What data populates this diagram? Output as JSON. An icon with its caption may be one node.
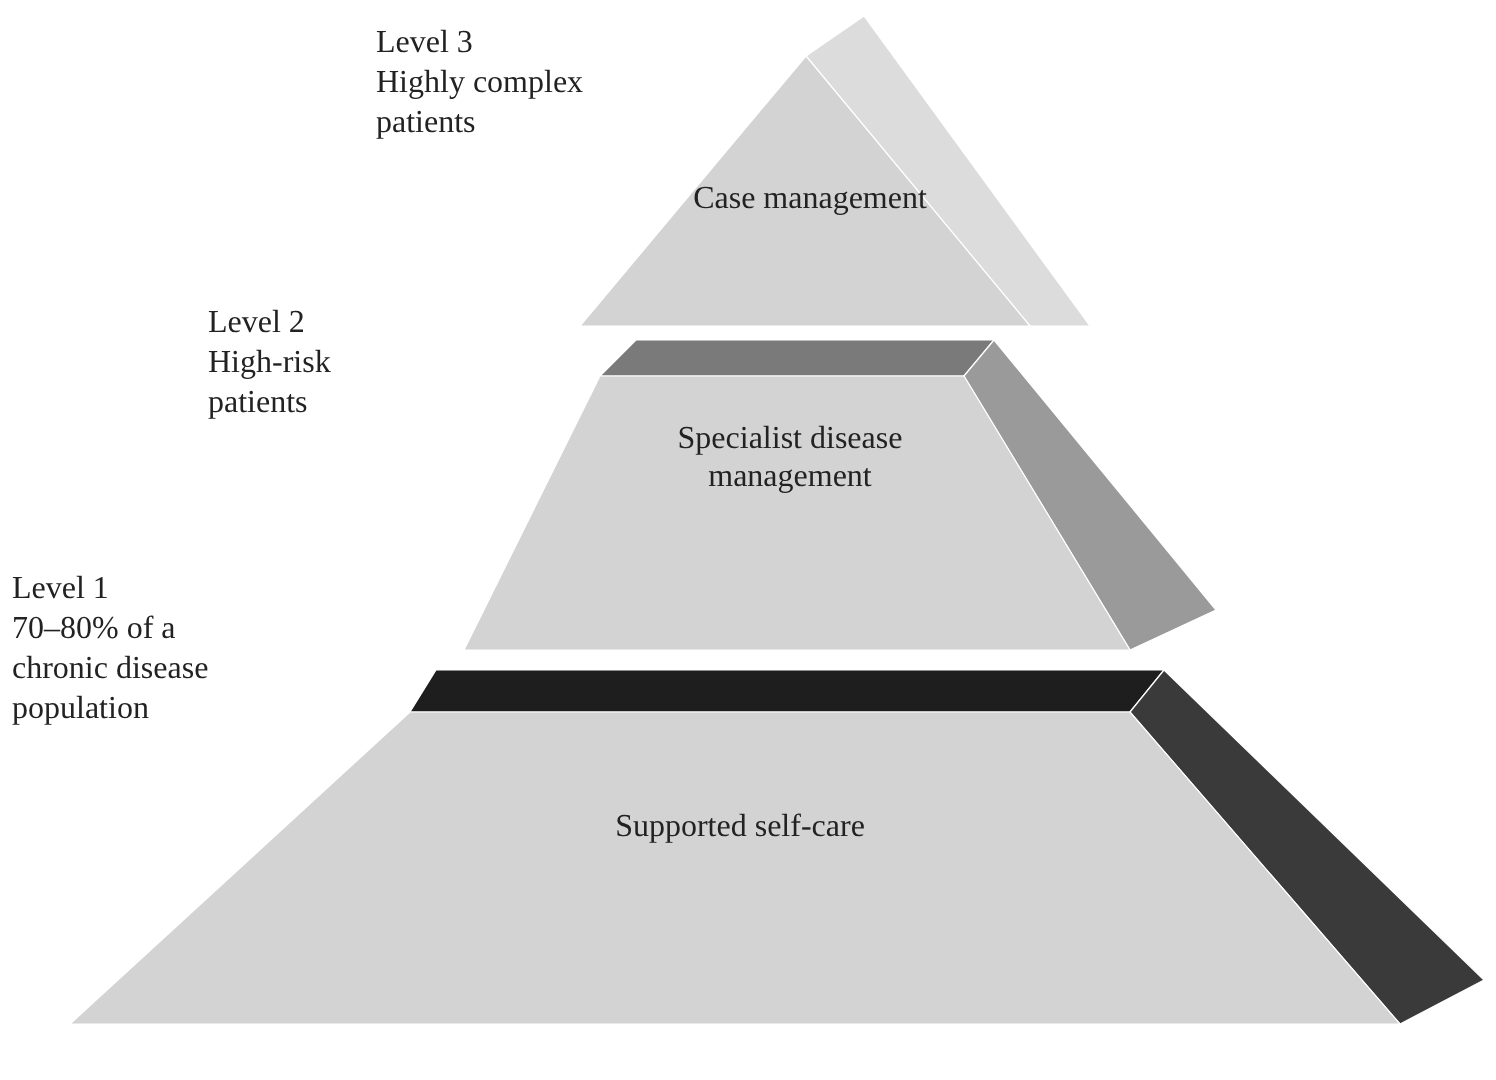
{
  "diagram": {
    "nodes": [
      {
        "text": [
          "Case management"
        ],
        "beside": [
          "Level 3",
          "Highly complex patients"
        ]
      },
      {
        "text": [
          "Specialist disease management"
        ],
        "beside": [
          "Level 2",
          "High-risk patients"
        ]
      },
      {
        "text": [
          "Supported self-care"
        ],
        "beside": [
          "Level 1",
          "70–80% of a chronic disease population"
        ]
      }
    ],
    "edges": []
  }
}
